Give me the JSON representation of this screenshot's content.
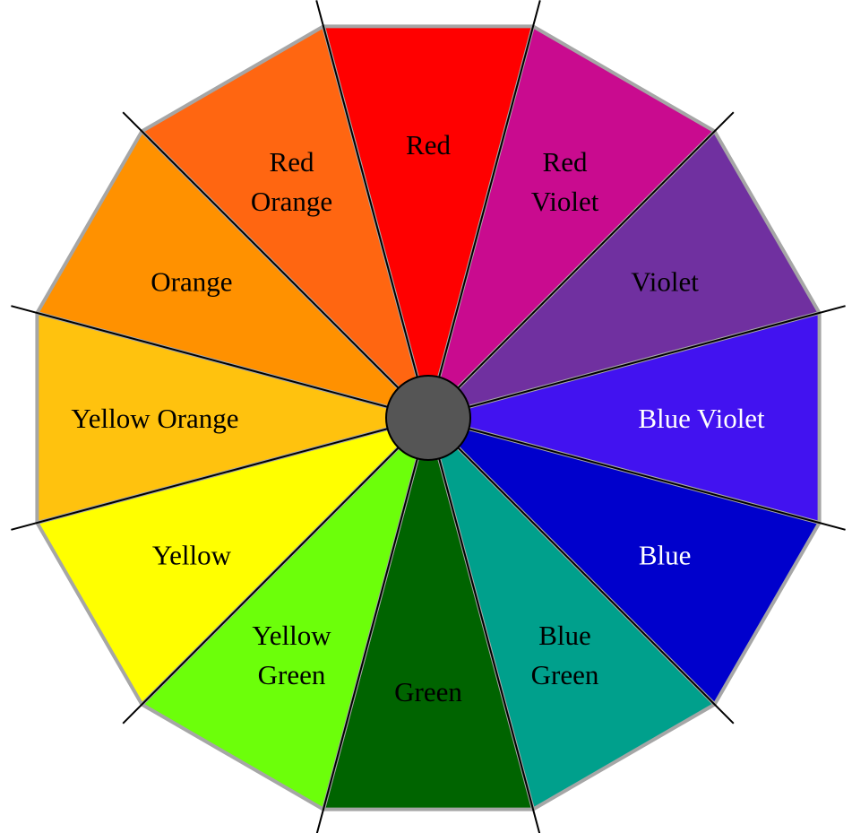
{
  "wheel": {
    "hub_color": "#555555",
    "outline_color": "#a6a6a6",
    "spoke_color": "#000000",
    "segments": [
      {
        "key": "red",
        "lines": [
          "Red"
        ],
        "fill": "#ff0000",
        "text_color": "#000000"
      },
      {
        "key": "red-violet",
        "lines": [
          "Red",
          "Violet"
        ],
        "fill": "#c90b8f",
        "text_color": "#000000"
      },
      {
        "key": "violet",
        "lines": [
          "Violet"
        ],
        "fill": "#7030a0",
        "text_color": "#000000"
      },
      {
        "key": "blue-violet",
        "lines": [
          "Blue Violet"
        ],
        "fill": "#4212f0",
        "text_color": "#ffffff"
      },
      {
        "key": "blue",
        "lines": [
          "Blue"
        ],
        "fill": "#0000cc",
        "text_color": "#ffffff"
      },
      {
        "key": "blue-green",
        "lines": [
          "Blue",
          "Green"
        ],
        "fill": "#00a08c",
        "text_color": "#000000"
      },
      {
        "key": "green",
        "lines": [
          "Green"
        ],
        "fill": "#006400",
        "text_color": "#000000"
      },
      {
        "key": "yellow-green",
        "lines": [
          "Yellow",
          "Green"
        ],
        "fill": "#6cff0a",
        "text_color": "#000000"
      },
      {
        "key": "yellow",
        "lines": [
          "Yellow"
        ],
        "fill": "#ffff00",
        "text_color": "#000000"
      },
      {
        "key": "yellow-orange",
        "lines": [
          "Yellow Orange"
        ],
        "fill": "#ffc20e",
        "text_color": "#000000"
      },
      {
        "key": "orange",
        "lines": [
          "Orange"
        ],
        "fill": "#ff9100",
        "text_color": "#000000"
      },
      {
        "key": "red-orange",
        "lines": [
          "Red",
          "Orange"
        ],
        "fill": "#ff6611",
        "text_color": "#000000"
      }
    ]
  }
}
